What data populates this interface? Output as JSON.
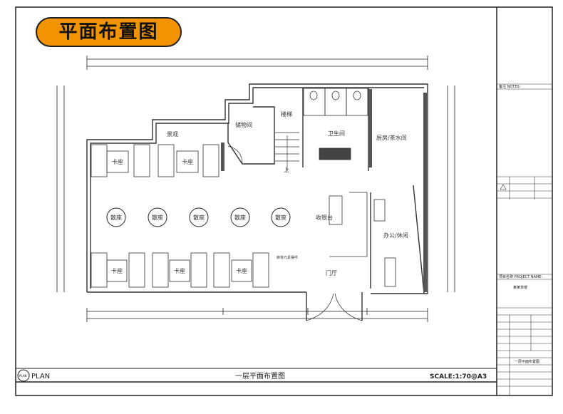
{
  "header": {
    "title": "平面布置图",
    "badge_color": "#f29400"
  },
  "plan": {
    "rooms": {
      "landscape": "景观",
      "storage": "储物间",
      "stairs": "楼梯",
      "up": "上",
      "restroom": "卫生间",
      "kitchen": "厨房/茶水间",
      "cashier": "收银台",
      "office": "办公/休闲",
      "lobby": "门厅",
      "mahjong_decor": "麻将元素摆件"
    },
    "booth_label": "卡座",
    "booths": [
      "卡座",
      "卡座",
      "卡座",
      "卡座",
      "卡座"
    ],
    "open_seats": [
      "散座",
      "散座",
      "散座",
      "散座",
      "散座"
    ]
  },
  "footer": {
    "plan_badge": "PLAN",
    "plan_label": "PLAN",
    "drawing_title": "一层平面布置图",
    "scale": "SCALE:1:70@A3"
  },
  "title_block": {
    "notes_label": "备注  NOTES:",
    "project_name_label": "项目名称  PROJECT NAME:",
    "project_name": "某某茶楼",
    "drawing_name": "一层平面布置图"
  }
}
